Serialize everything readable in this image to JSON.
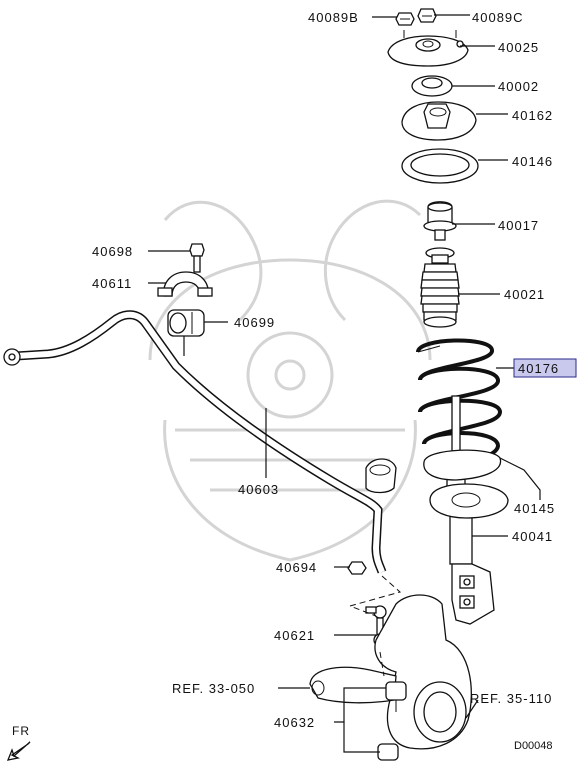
{
  "parts": [
    {
      "key": "40089B",
      "label": "40089B"
    },
    {
      "key": "40089C",
      "label": "40089C"
    },
    {
      "key": "40025",
      "label": "40025"
    },
    {
      "key": "40002",
      "label": "40002"
    },
    {
      "key": "40162",
      "label": "40162"
    },
    {
      "key": "40146",
      "label": "40146"
    },
    {
      "key": "40017",
      "label": "40017"
    },
    {
      "key": "40021",
      "label": "40021"
    },
    {
      "key": "40176",
      "label": "40176",
      "highlighted": true
    },
    {
      "key": "40145",
      "label": "40145"
    },
    {
      "key": "40041",
      "label": "40041"
    },
    {
      "key": "40698",
      "label": "40698"
    },
    {
      "key": "40611",
      "label": "40611"
    },
    {
      "key": "40699",
      "label": "40699"
    },
    {
      "key": "40603",
      "label": "40603"
    },
    {
      "key": "40694",
      "label": "40694"
    },
    {
      "key": "40621",
      "label": "40621"
    },
    {
      "key": "40632",
      "label": "40632"
    }
  ],
  "refs": {
    "ref_33": "REF. 33-050",
    "ref_35": "REF. 35-110"
  },
  "orientation_label": "FR",
  "diagram_code": "D00048",
  "colors": {
    "highlight_fill": "#c9c9ee",
    "highlight_stroke": "#2a2a8a",
    "line": "#111111",
    "watermark": "#d4d4d4"
  }
}
